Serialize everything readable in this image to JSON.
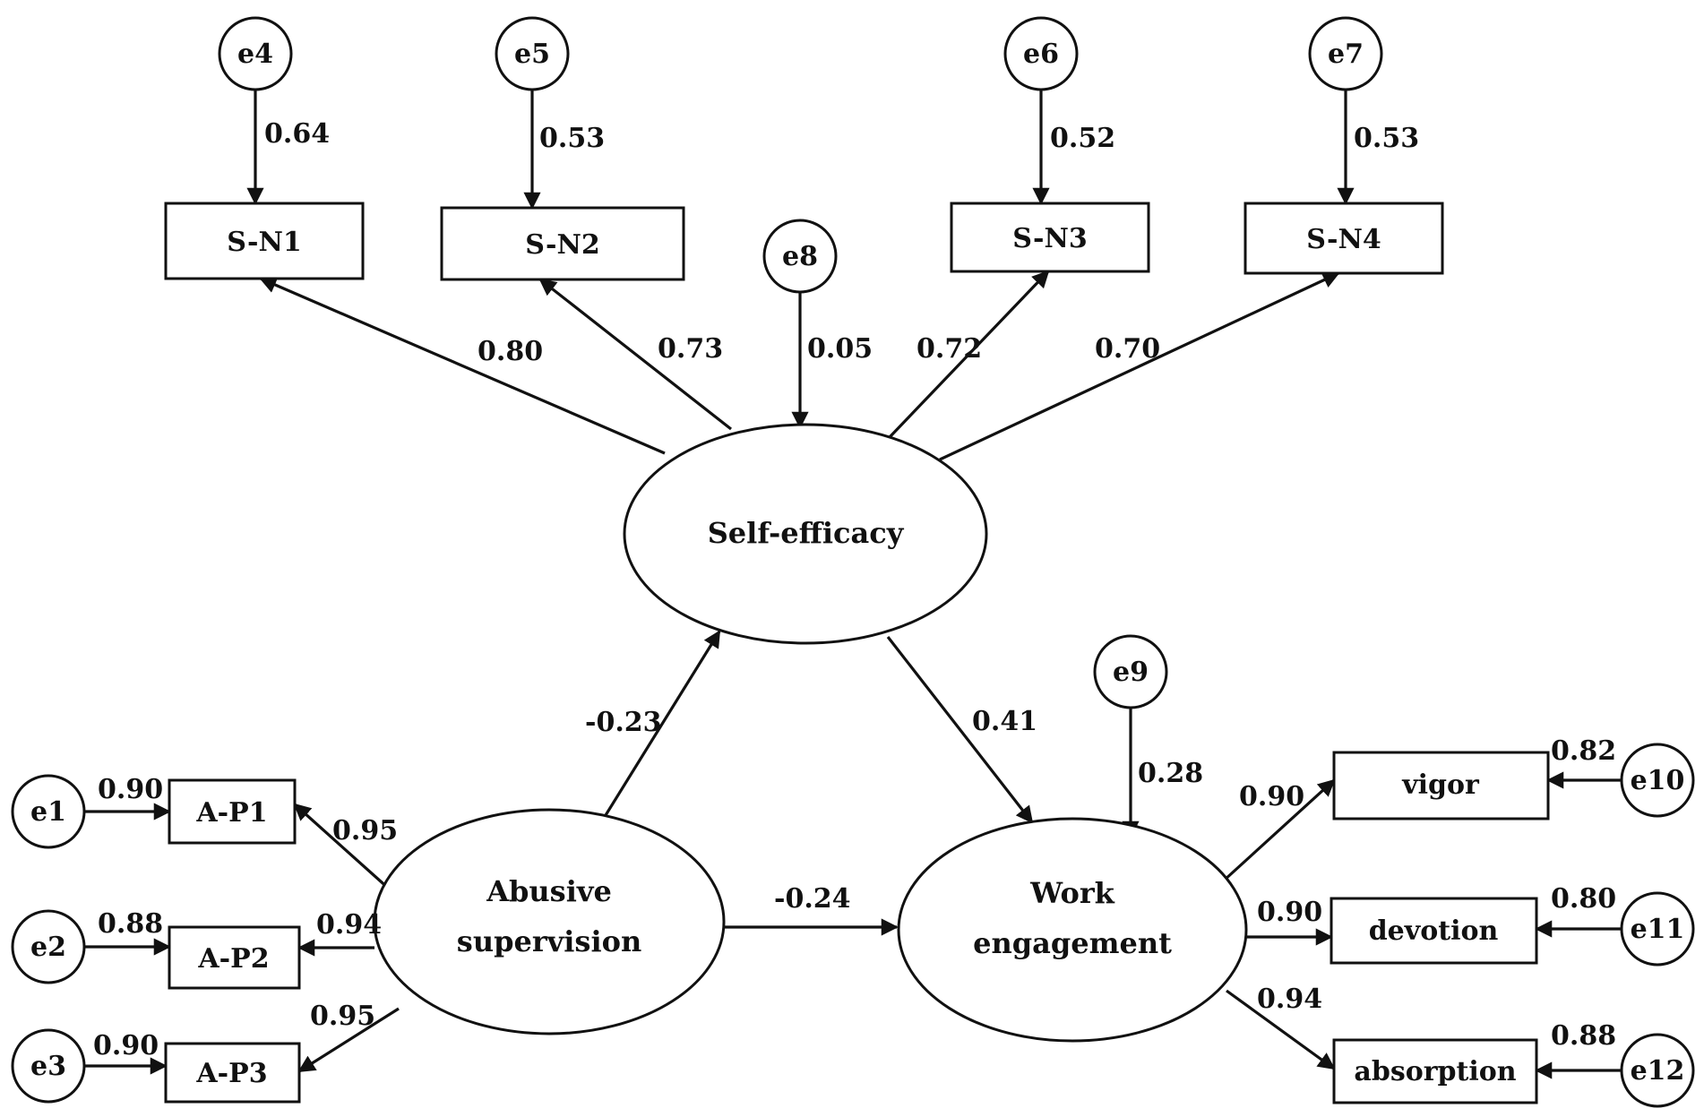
{
  "diagram": {
    "latents": {
      "self_efficacy": [
        "Self-efficacy"
      ],
      "abusive_supervision": [
        "Abusive",
        "supervision"
      ],
      "work_engagement": [
        "Work",
        "engagement"
      ]
    },
    "indicators": {
      "sn1": "S-N1",
      "sn2": "S-N2",
      "sn3": "S-N3",
      "sn4": "S-N4",
      "ap1": "A-P1",
      "ap2": "A-P2",
      "ap3": "A-P3",
      "vigor": "vigor",
      "devotion": "devotion",
      "absorption": "absorption"
    },
    "errors": {
      "e1": "e1",
      "e2": "e2",
      "e3": "e3",
      "e4": "e4",
      "e5": "e5",
      "e6": "e6",
      "e7": "e7",
      "e8": "e8",
      "e9": "e9",
      "e10": "e10",
      "e11": "e11",
      "e12": "e12"
    },
    "coefficients": {
      "e4_sn1": "0.64",
      "e5_sn2": "0.53",
      "e6_sn3": "0.52",
      "e7_sn4": "0.53",
      "se_sn1": "0.80",
      "se_sn2": "0.73",
      "e8_se": "0.05",
      "se_sn3": "0.72",
      "se_sn4": "0.70",
      "as_se": "-0.23",
      "se_we": "0.41",
      "e9_we": "0.28",
      "as_we": "-0.24",
      "e1_ap1": "0.90",
      "e2_ap2": "0.88",
      "e3_ap3": "0.90",
      "as_ap1": "0.95",
      "as_ap2": "0.94",
      "as_ap3": "0.95",
      "we_vigor": "0.90",
      "we_devotion": "0.90",
      "we_absorption": "0.94",
      "e10_vigor": "0.82",
      "e11_devotion": "0.80",
      "e12_absorption": "0.88"
    }
  }
}
